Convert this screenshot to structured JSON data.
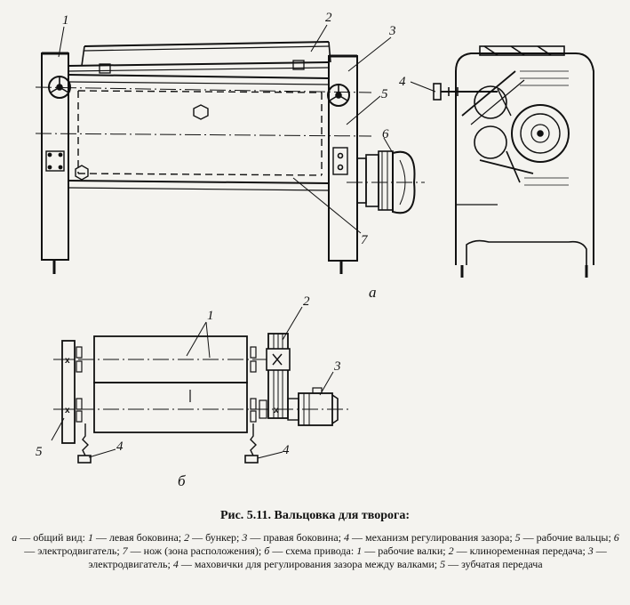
{
  "figure": {
    "part_a": {
      "sublabel": "а",
      "callouts": [
        "1",
        "2",
        "3",
        "4",
        "5",
        "6",
        "7"
      ]
    },
    "part_b": {
      "sublabel": "б",
      "callouts": [
        "1",
        "2",
        "3",
        "4",
        "4",
        "5"
      ]
    }
  },
  "caption": {
    "title": "Рис. 5.11. Вальцовка для творога:",
    "items": [
      {
        "key": "а",
        "text": " — общий вид: "
      },
      {
        "key": "1",
        "text": " — левая боковина; "
      },
      {
        "key": "2",
        "text": " — бункер; "
      },
      {
        "key": "3",
        "text": " — правая боковина; "
      },
      {
        "key": "4",
        "text": " — механизм регулирования зазора; "
      },
      {
        "key": "5",
        "text": " — рабочие вальцы; "
      },
      {
        "key": "6",
        "text": " — электродвигатель; "
      },
      {
        "key": "7",
        "text": " — нож (зона расположения); "
      },
      {
        "key": "б",
        "text": " — схема привода: "
      },
      {
        "key": "1",
        "text": " — рабочие валки; "
      },
      {
        "key": "2",
        "text": " — клиноременная передача; "
      },
      {
        "key": "3",
        "text": " — электродвигатель; "
      },
      {
        "key": "4",
        "text": " — маховички для регулирования зазора между валками; "
      },
      {
        "key": "5",
        "text": " — зубчатая передача"
      }
    ]
  }
}
